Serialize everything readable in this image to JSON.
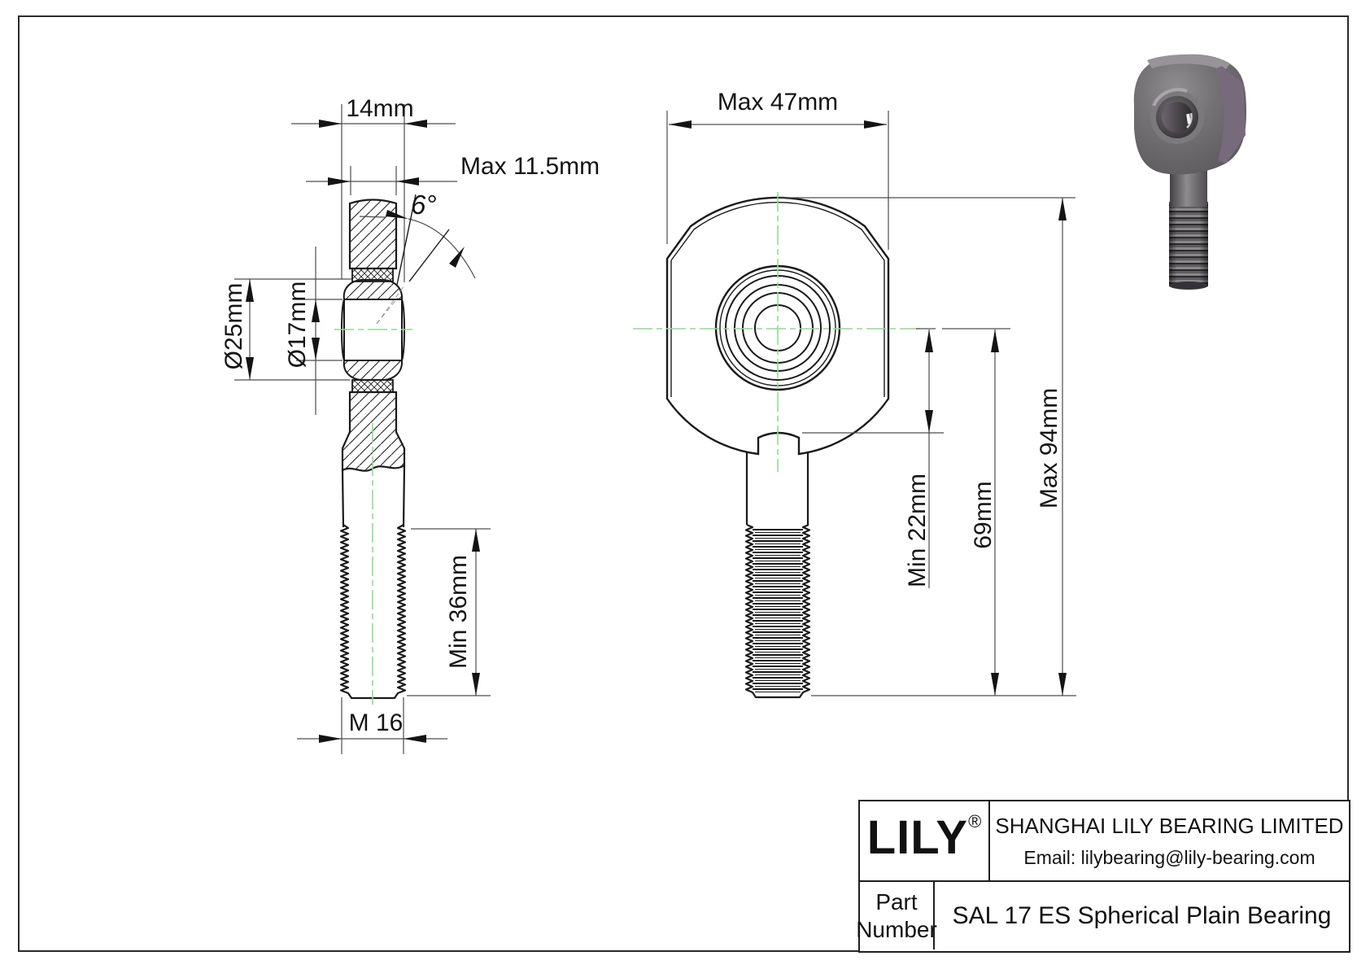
{
  "page": {
    "background": "#ffffff",
    "border_color": "#2b2b2b"
  },
  "colors": {
    "outline": "#1a1a1a",
    "dimension_line": "#4d4d4d",
    "centerline_green": "#8fdc8f",
    "text": "#141414",
    "render_body": "#6f6d6f",
    "render_chamfer": "#776b7b",
    "render_thread_dark": "#2c2a2c"
  },
  "side_view": {
    "labels": {
      "head_width": "14mm",
      "ball_width": "Max 11.5mm",
      "misalignment_angle": "6°",
      "outer_diameter": "Ø25mm",
      "bore_diameter": "Ø17mm",
      "min_thread_length": "Min 36mm",
      "thread_size": "M 16"
    }
  },
  "front_view": {
    "labels": {
      "head_width": "Max 47mm",
      "min_shoulder": "Min 22mm",
      "center_to_end": "69mm",
      "max_overall_length": "Max 94mm"
    }
  },
  "title_block": {
    "brand": "LILY",
    "registered_mark": "®",
    "company_name": "SHANGHAI LILY BEARING LIMITED",
    "email": "Email: lilybearing@lily-bearing.com",
    "part_label_line1": "Part",
    "part_label_line2": "Number",
    "part_name": "SAL 17 ES Spherical Plain Bearing"
  }
}
